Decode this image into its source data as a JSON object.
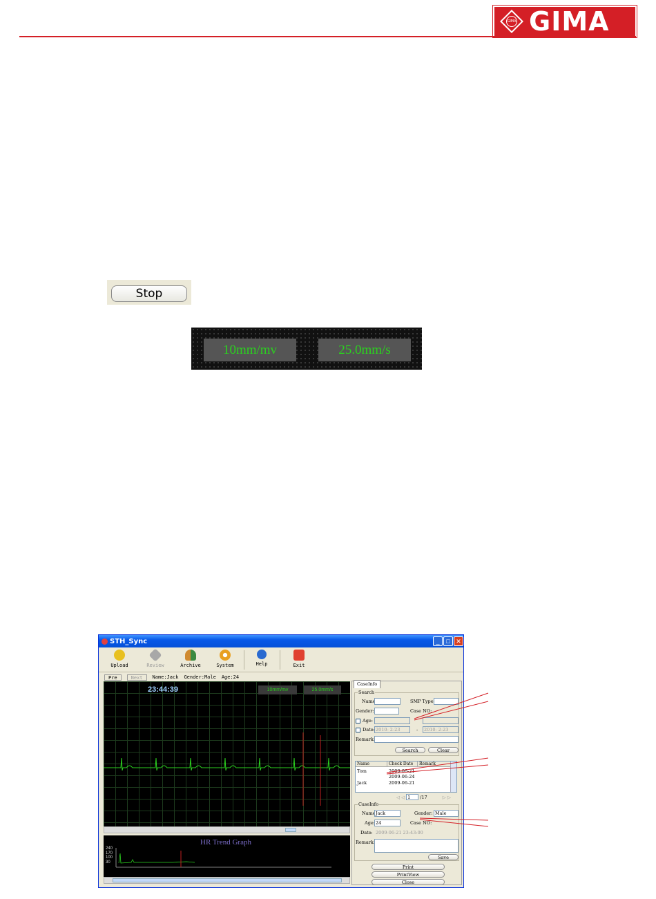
{
  "brand": {
    "name": "GIMA",
    "badge_text": "GIMA",
    "color": "#d41f26"
  },
  "stop_button": {
    "label": "Stop"
  },
  "scale": {
    "gain": "10mm/mv",
    "speed": "25.0mm/s"
  },
  "app": {
    "title": "STH_Sync",
    "window_controls": [
      "_",
      "□",
      "✕"
    ],
    "toolbar": [
      {
        "label": "Upload",
        "icon": "upload-icon",
        "color": "#e8c020"
      },
      {
        "label": "Review",
        "icon": "review-icon",
        "color": "#a8a8a8",
        "disabled": true
      },
      {
        "label": "Archive",
        "icon": "archive-icon",
        "color": "#d08a30"
      },
      {
        "label": "System",
        "icon": "gear-icon",
        "color": "#e8a020"
      },
      {
        "label": "Help",
        "icon": "help-icon",
        "color": "#2a6ad0"
      },
      {
        "label": "Exit",
        "icon": "exit-icon",
        "color": "#e04030"
      }
    ],
    "info": {
      "pre": "Pre",
      "next": "Next",
      "name": "Name:Jack",
      "gender": "Gender:Male",
      "age": "Age:24"
    },
    "ecg": {
      "time": "23:44:39",
      "gain": "10mm/mv",
      "speed": "25.0mm/s"
    },
    "hr": {
      "title": "HR Trend Graph",
      "ticks": [
        "240",
        "170",
        "100",
        "30"
      ]
    },
    "side": {
      "tab": "CaseInfo",
      "search": {
        "legend": "Search",
        "name_label": "Name:",
        "smp_label": "SMP Type:",
        "gender_label": "Gender:",
        "caseno_label": "Case NO:",
        "age_label": "Age:",
        "date_label": "Date:",
        "date_from": "2010- 2-23",
        "date_to": "2010- 2-23",
        "date_sep": "-",
        "remark_label": "Remark:",
        "search_btn": "Search",
        "clear_btn": "Clear"
      },
      "table": {
        "headers": [
          "Name",
          "Check Date",
          "Remark"
        ],
        "rows": [
          {
            "name": "Tom",
            "date": "2009-06-21"
          },
          {
            "name": "",
            "date": "2009-06-24"
          },
          {
            "name": "Jack",
            "date": "2009-06-21"
          }
        ],
        "page": "1",
        "pages": "/17"
      },
      "caseinfo": {
        "legend": "CaseInfo",
        "name_label": "Name:",
        "name": "Jack",
        "gender_label": "Gender:",
        "gender": "Male",
        "age_label": "Age:",
        "age": "24",
        "caseno_label": "Case NO:",
        "date_label": "Date:",
        "date": "2009-06-21 23:43:00",
        "remark_label": "Remark:",
        "save_btn": "Save"
      },
      "buttons": {
        "print": "Print",
        "printview": "PrintView",
        "close": "Close"
      }
    }
  }
}
